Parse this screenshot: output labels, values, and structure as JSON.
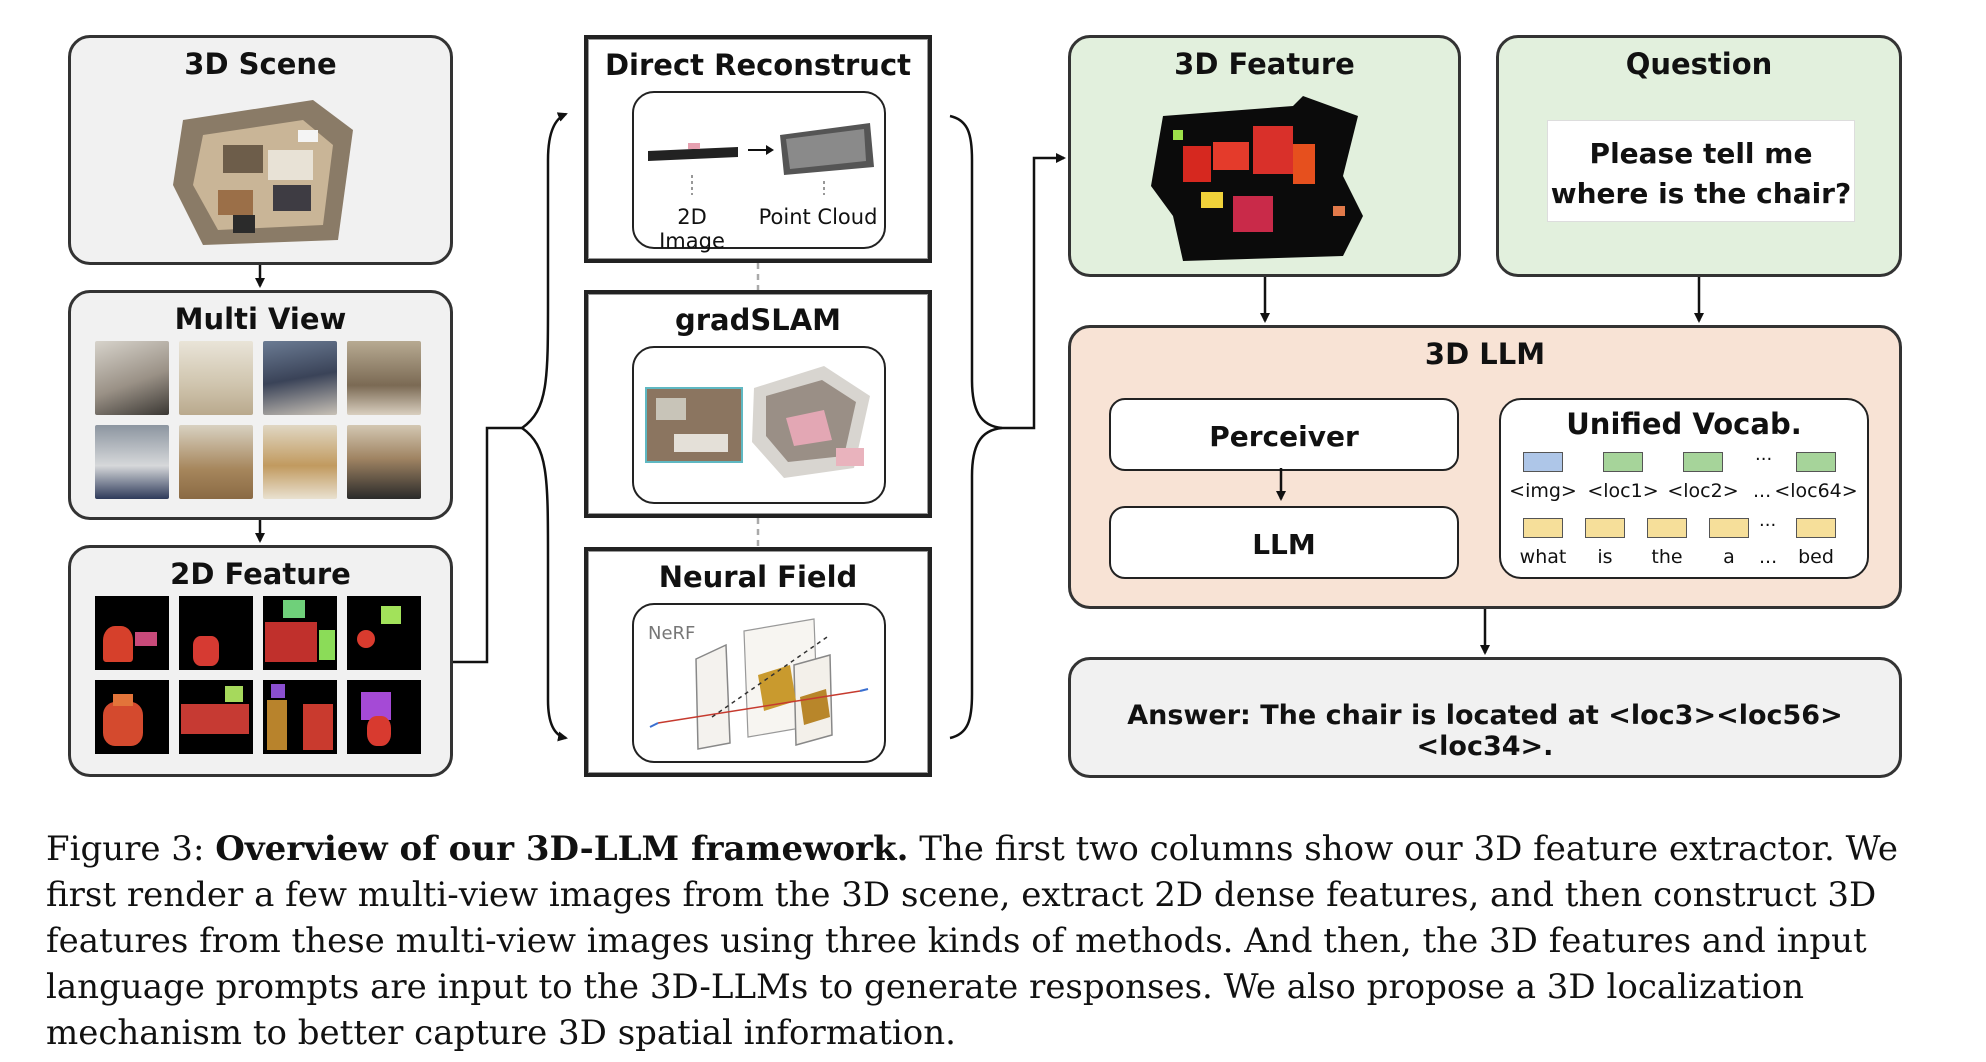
{
  "figure": {
    "scene": {
      "title": "3D Scene"
    },
    "multi_view": {
      "title": "Multi View"
    },
    "feature_2d": {
      "title": "2D Feature"
    },
    "direct_reconstruct": {
      "title": "Direct Reconstruct",
      "label_image": "2D Image",
      "label_cloud": "Point Cloud"
    },
    "gradslam": {
      "title": "gradSLAM"
    },
    "neural_field": {
      "title": "Neural Field",
      "nerf_label": "NeRF"
    },
    "feature_3d": {
      "title": "3D Feature"
    },
    "question": {
      "title": "Question",
      "text_line1": "Please tell me",
      "text_line2": "where is the chair?"
    },
    "llm_3d": {
      "title": "3D LLM",
      "perceiver": "Perceiver",
      "llm": "LLM",
      "vocab": {
        "title": "Unified Vocab.",
        "row1": [
          "<img>",
          "<loc1>",
          "<loc2>",
          "...",
          "<loc64>"
        ],
        "row2": [
          "what",
          "is",
          "the",
          "a",
          "...",
          "bed"
        ],
        "dots": "..."
      }
    },
    "answer": {
      "text": "Answer: The chair is located at <loc3><loc56><loc34>."
    }
  },
  "caption": {
    "prefix": "Figure 3: ",
    "bold": "Overview of our 3D-LLM framework.",
    "body": " The first two columns show our 3D feature extractor. We first render a few multi-view images from the 3D scene, extract 2D dense features, and then construct 3D features from these multi-view images using three kinds of methods.  And then, the 3D features and input language prompts are input to the 3D-LLMs to generate responses. We also propose a 3D localization mechanism to better capture 3D spatial information."
  },
  "colors": {
    "gray": "#f1f1f1",
    "green": "#e2f0dd",
    "peach": "#f8e3d5",
    "img_token": "#aec6e8",
    "loc_token": "#a6d49a",
    "word_token": "#f6df9a"
  }
}
